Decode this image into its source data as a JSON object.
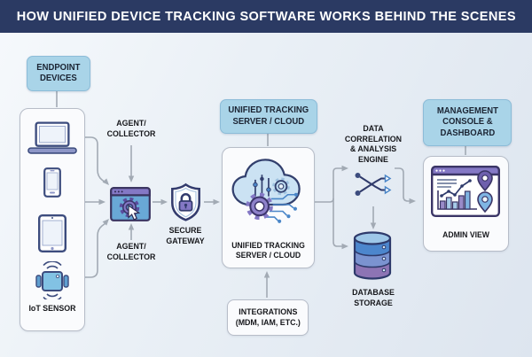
{
  "title_bar": {
    "title": "HOW UNIFIED DEVICE TRACKING SOFTWARE WORKS BEHIND THE SCENES"
  },
  "badges": {
    "endpoint_devices": "ENDPOINT\nDEVICES",
    "unified_server": "UNIFIED TRACKING\nSERVER / CLOUD",
    "management_console": "MANAGEMENT\nCONSOLE &\nDASHBOARD"
  },
  "labels": {
    "agent_collector_top": "AGENT/\nCOLLECTOR",
    "agent_collector_bottom": "AGENT/\nCOLLECTOR",
    "secure_gateway": "SECURE\nGATEWAY",
    "iot_sensor": "IoT SENSOR",
    "data_engine": "DATA\nCORRELATION\n& ANALYSIS\nENGINE",
    "database_storage": "DATABASE\nSTORAGE",
    "integrations": "INTEGRATIONS\n(MDM, IAM, ETC.)"
  },
  "boxes": {
    "unified_server_caption": "UNIFIED TRACKING\nSERVER / CLOUD",
    "admin_view_caption": "ADMIN VIEW"
  },
  "icons": {
    "laptop": "laptop-icon",
    "smartphone": "smartphone-icon",
    "tablet": "tablet-icon",
    "iot_sensor": "iot-sensor-icon",
    "agent_browser": "agent-browser-gear-cursor-icon",
    "secure_gateway": "shield-lock-icon",
    "cloud_server": "cloud-gears-circuit-icon",
    "analysis_engine": "crossing-arrows-icon",
    "database": "database-cylinder-icon",
    "admin_dashboard": "dashboard-chart-pins-icon"
  },
  "colors": {
    "title_bar_bg": "#2b3a63",
    "badge_bg": "#a9d4e8",
    "connector": "#a2aab4",
    "accent_purple": "#8478c5",
    "accent_blue": "#69a8d6",
    "icon_outline": "#333b6d"
  }
}
